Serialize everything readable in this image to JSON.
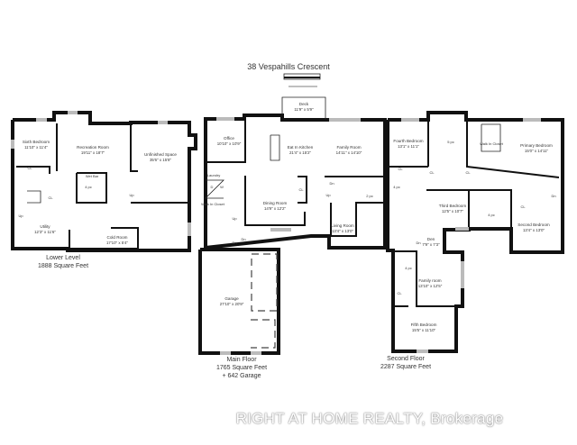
{
  "title": "38 Vespahills Crescent",
  "watermark": "RIGHT AT HOME REALTY, Brokerage",
  "floors": {
    "lower": {
      "name": "Lower Level",
      "area": "1888 Square Feet",
      "rooms": [
        {
          "name": "Sixth Bedroom",
          "dims": "11'10\" x 11'4\""
        },
        {
          "name": "Recreation Room",
          "dims": "19'11\" x 18'7\""
        },
        {
          "name": "Unfinished Space",
          "dims": "35'6\" x 15'8\""
        },
        {
          "name": "Utility",
          "dims": "12'3\" x 11'6\""
        },
        {
          "name": "Cold Room",
          "dims": "17'10\" x 5'4\""
        }
      ],
      "tags": [
        "CL",
        "CL",
        "4 pc",
        "Wet Bar",
        "Up",
        "Up"
      ]
    },
    "main": {
      "name": "Main Floor",
      "area": "1765 Square Feet",
      "garage_area": "+ 642 Garage",
      "rooms": [
        {
          "name": "Deck",
          "dims": "11'9\" x 5'9\""
        },
        {
          "name": "Office",
          "dims": "10'10\" x 10'9\""
        },
        {
          "name": "Eat In Kitchen",
          "dims": "21'4\" x 15'2\""
        },
        {
          "name": "Family Room",
          "dims": "14'11\" x 14'10\""
        },
        {
          "name": "Dining Room",
          "dims": "14'9\" x 12'2\""
        },
        {
          "name": "Living Room",
          "dims": "13'4\" x 13'0\""
        },
        {
          "name": "Garage",
          "dims": "27'10\" x 20'9\""
        }
      ],
      "tags": [
        "Laundry",
        "Walk In Closet",
        "CL",
        "2 pc",
        "Up",
        "Dn",
        "Dn",
        "Up",
        "Dn",
        "D",
        "W"
      ]
    },
    "second": {
      "name": "Second Floor",
      "area": "2287 Square Feet",
      "rooms": [
        {
          "name": "Fourth Bedroom",
          "dims": "13'1\" x 11'1\""
        },
        {
          "name": "Primary Bedroom",
          "dims": "15'0\" x 14'11\""
        },
        {
          "name": "Third Bedroom",
          "dims": "12'5\" x 10'7\""
        },
        {
          "name": "Second Bedroom",
          "dims": "13'4\" x 13'0\""
        },
        {
          "name": "Den",
          "dims": "7'9\" x 7'3\""
        },
        {
          "name": "Family room",
          "dims": "13'10\" x 12'5\""
        },
        {
          "name": "Fifth Bedroom",
          "dims": "15'5\" x 11'10\""
        }
      ],
      "tags": [
        "5 pc",
        "Walk In Closet",
        "4 pc",
        "4 pc",
        "4 pc",
        "CL",
        "CL",
        "CL",
        "CL",
        "CL",
        "Dn",
        "Dn"
      ]
    }
  }
}
